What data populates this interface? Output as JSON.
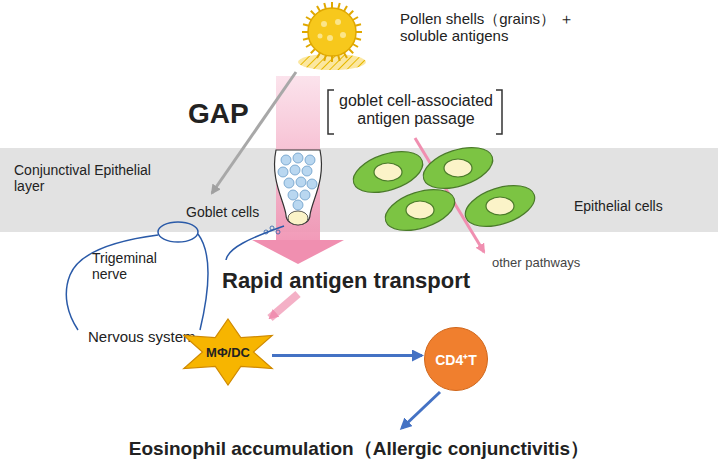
{
  "diagram": {
    "nodes": [
      {
        "text": [
          "MΦ/DC"
        ]
      },
      {
        "text": [
          "CD4⁺T"
        ]
      }
    ],
    "edges": [
      {
        "from": 0,
        "to": 1,
        "arrow": "to"
      }
    ],
    "labels": [
      "Pollen shells（grains） ＋soluble antigens",
      "GAP",
      "goblet cell-associated antigen passage",
      "Conjunctival Epithelial layer",
      "Goblet cells",
      "Epithelial cells",
      "other pathways",
      "Trigeminal nerve",
      "Nervous system",
      "Rapid antigen transport",
      "Eosinophil accumulation（Allergic conjunctivitis）"
    ]
  }
}
